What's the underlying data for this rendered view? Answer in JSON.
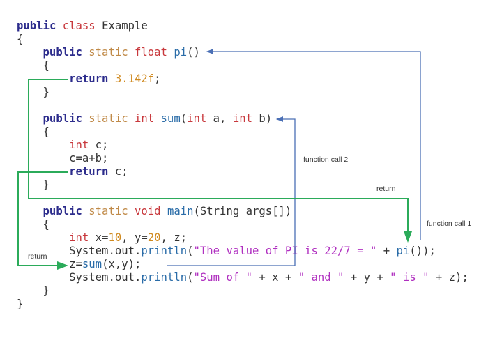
{
  "code_lines": [
    {
      "indent": 0,
      "tokens": [
        [
          "public ",
          "kw"
        ],
        [
          "class ",
          "ty"
        ],
        [
          "Example",
          "pl"
        ]
      ]
    },
    {
      "indent": 0,
      "tokens": [
        [
          "{",
          "pl"
        ]
      ]
    },
    {
      "indent": 1,
      "tokens": [
        [
          "public ",
          "kw"
        ],
        [
          "static ",
          "st"
        ],
        [
          "float ",
          "ty"
        ],
        [
          "pi",
          "fn"
        ],
        [
          "()",
          "pl"
        ]
      ]
    },
    {
      "indent": 1,
      "tokens": [
        [
          "{",
          "pl"
        ]
      ]
    },
    {
      "indent": 2,
      "tokens": [
        [
          "return ",
          "kw"
        ],
        [
          "3.142f",
          "num"
        ],
        [
          ";",
          "pl"
        ]
      ]
    },
    {
      "indent": 1,
      "tokens": [
        [
          "}",
          "pl"
        ]
      ]
    },
    {
      "indent": 0,
      "tokens": []
    },
    {
      "indent": 1,
      "tokens": [
        [
          "public ",
          "kw"
        ],
        [
          "static ",
          "st"
        ],
        [
          "int ",
          "ty"
        ],
        [
          "sum",
          "fn"
        ],
        [
          "(",
          "pl"
        ],
        [
          "int ",
          "ty"
        ],
        [
          "a, ",
          "pl"
        ],
        [
          "int ",
          "ty"
        ],
        [
          "b)",
          "pl"
        ]
      ]
    },
    {
      "indent": 1,
      "tokens": [
        [
          "{",
          "pl"
        ]
      ]
    },
    {
      "indent": 2,
      "tokens": [
        [
          "int ",
          "ty"
        ],
        [
          "c;",
          "pl"
        ]
      ]
    },
    {
      "indent": 2,
      "tokens": [
        [
          "c=a+b;",
          "pl"
        ]
      ]
    },
    {
      "indent": 2,
      "tokens": [
        [
          "return ",
          "kw"
        ],
        [
          "c;",
          "pl"
        ]
      ]
    },
    {
      "indent": 1,
      "tokens": [
        [
          "}",
          "pl"
        ]
      ]
    },
    {
      "indent": 0,
      "tokens": []
    },
    {
      "indent": 1,
      "tokens": [
        [
          "public ",
          "kw"
        ],
        [
          "static ",
          "st"
        ],
        [
          "void ",
          "ty"
        ],
        [
          "main",
          "fn"
        ],
        [
          "(String args[])",
          "pl"
        ]
      ]
    },
    {
      "indent": 1,
      "tokens": [
        [
          "{",
          "pl"
        ]
      ]
    },
    {
      "indent": 2,
      "tokens": [
        [
          "int ",
          "ty"
        ],
        [
          "x=",
          "pl"
        ],
        [
          "10",
          "num"
        ],
        [
          ", y=",
          "pl"
        ],
        [
          "20",
          "num"
        ],
        [
          ", z;",
          "pl"
        ]
      ]
    },
    {
      "indent": 2,
      "tokens": [
        [
          "System.out.",
          "pl"
        ],
        [
          "println",
          "fn"
        ],
        [
          "(",
          "pl"
        ],
        [
          "\"The value of PI is 22/7 = \"",
          "str"
        ],
        [
          " + ",
          "pl"
        ],
        [
          "pi",
          "fn"
        ],
        [
          "());",
          "pl"
        ]
      ]
    },
    {
      "indent": 2,
      "tokens": [
        [
          "z=",
          "pl"
        ],
        [
          "sum",
          "fn"
        ],
        [
          "(x,y);",
          "pl"
        ]
      ]
    },
    {
      "indent": 2,
      "tokens": [
        [
          "System.out.",
          "pl"
        ],
        [
          "println",
          "fn"
        ],
        [
          "(",
          "pl"
        ],
        [
          "\"Sum of \"",
          "str"
        ],
        [
          " + x + ",
          "pl"
        ],
        [
          "\" and \"",
          "str"
        ],
        [
          " + y + ",
          "pl"
        ],
        [
          "\" is \"",
          "str"
        ],
        [
          " + z);",
          "pl"
        ]
      ]
    },
    {
      "indent": 1,
      "tokens": [
        [
          "}",
          "pl"
        ]
      ]
    },
    {
      "indent": 0,
      "tokens": [
        [
          "}",
          "pl"
        ]
      ]
    }
  ],
  "labels": {
    "function_call_1": "function call 1",
    "function_call_2": "function call 2",
    "return_pi": "return",
    "return_sum": "return"
  },
  "colors": {
    "call_arrow": "#4a6fb5",
    "return_arrow": "#2bab5a"
  }
}
